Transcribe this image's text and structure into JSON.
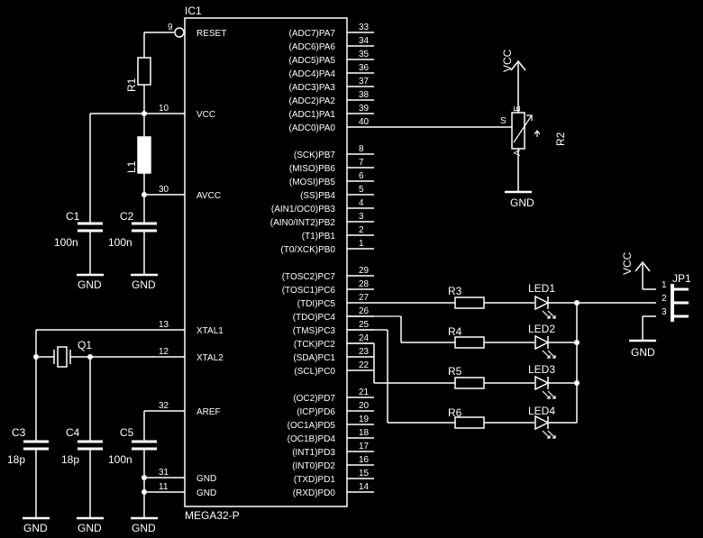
{
  "ic": {
    "ref": "IC1",
    "part": "MEGA32-P",
    "left_pins": [
      {
        "num": "9",
        "name": "RESET"
      },
      {
        "num": "10",
        "name": "VCC"
      },
      {
        "num": "30",
        "name": "AVCC"
      },
      {
        "num": "13",
        "name": "XTAL1"
      },
      {
        "num": "12",
        "name": "XTAL2"
      },
      {
        "num": "32",
        "name": "AREF"
      },
      {
        "num": "31",
        "name": "GND"
      },
      {
        "num": "11",
        "name": "GND"
      }
    ],
    "right_pins": [
      {
        "num": "33",
        "name": "(ADC7)PA7"
      },
      {
        "num": "34",
        "name": "(ADC6)PA6"
      },
      {
        "num": "35",
        "name": "(ADC5)PA5"
      },
      {
        "num": "36",
        "name": "(ADC4)PA4"
      },
      {
        "num": "37",
        "name": "(ADC3)PA3"
      },
      {
        "num": "38",
        "name": "(ADC2)PA2"
      },
      {
        "num": "39",
        "name": "(ADC1)PA1"
      },
      {
        "num": "40",
        "name": "(ADC0)PA0"
      },
      {
        "num": "8",
        "name": "(SCK)PB7"
      },
      {
        "num": "7",
        "name": "(MISO)PB6"
      },
      {
        "num": "6",
        "name": "(MOSI)PB5"
      },
      {
        "num": "5",
        "name": "(SS)PB4"
      },
      {
        "num": "4",
        "name": "(AIN1/OC0)PB3"
      },
      {
        "num": "3",
        "name": "(AIN0/INT2)PB2"
      },
      {
        "num": "2",
        "name": "(T1)PB1"
      },
      {
        "num": "1",
        "name": "(T0/XCK)PB0"
      },
      {
        "num": "29",
        "name": "(TOSC2)PC7"
      },
      {
        "num": "28",
        "name": "(TOSC1)PC6"
      },
      {
        "num": "27",
        "name": "(TDI)PC5"
      },
      {
        "num": "26",
        "name": "(TDO)PC4"
      },
      {
        "num": "25",
        "name": "(TMS)PC3"
      },
      {
        "num": "24",
        "name": "(TCK)PC2"
      },
      {
        "num": "23",
        "name": "(SDA)PC1"
      },
      {
        "num": "22",
        "name": "(SCL)PC0"
      },
      {
        "num": "21",
        "name": "(OC2)PD7"
      },
      {
        "num": "20",
        "name": "(ICP)PD6"
      },
      {
        "num": "19",
        "name": "(OC1A)PD5"
      },
      {
        "num": "18",
        "name": "(OC1B)PD4"
      },
      {
        "num": "17",
        "name": "(INT1)PD3"
      },
      {
        "num": "16",
        "name": "(INT0)PD2"
      },
      {
        "num": "15",
        "name": "(TXD)PD1"
      },
      {
        "num": "14",
        "name": "(RXD)PD0"
      }
    ]
  },
  "parts": {
    "r1": "R1",
    "l1": "L1",
    "c1": {
      "ref": "C1",
      "value": "100n"
    },
    "c2": {
      "ref": "C2",
      "value": "100n"
    },
    "c3": {
      "ref": "C3",
      "value": "18p"
    },
    "c4": {
      "ref": "C4",
      "value": "18p"
    },
    "c5": {
      "ref": "C5",
      "value": "100n"
    },
    "q1": "Q1",
    "r2": "R2",
    "r3": "R3",
    "r4": "R4",
    "r5": "R5",
    "r6": "R6",
    "led1": "LED1",
    "led2": "LED2",
    "led3": "LED3",
    "led4": "LED4",
    "jp1": "JP1",
    "jp_pins": [
      "1",
      "2",
      "3"
    ],
    "pot_pins": {
      "s": "S",
      "e": "E",
      "a": "A"
    }
  },
  "nets": {
    "gnd": "GND",
    "vcc": "VCC"
  }
}
